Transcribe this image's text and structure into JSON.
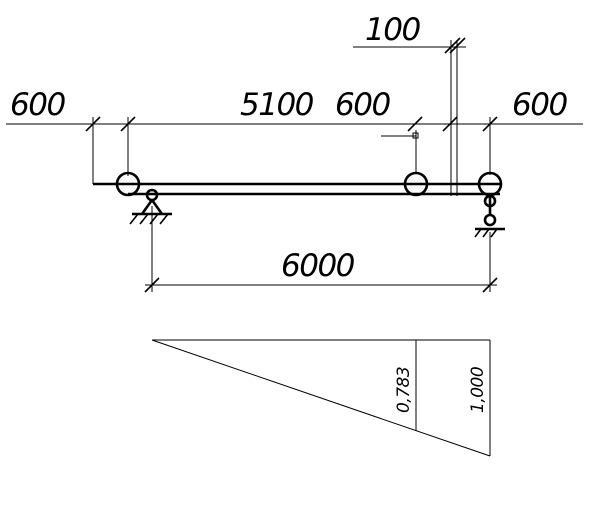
{
  "dimensions": {
    "left_overhang": "600",
    "top_span": "5100",
    "mid_gap": "600",
    "right_overhang": "600",
    "small_gap": "100",
    "bottom_span": "6000"
  },
  "influence_line": {
    "ordinate_inner": "0,783",
    "ordinate_outer": "1,000"
  },
  "colors": {
    "stroke": "#000000",
    "background": "#ffffff"
  }
}
